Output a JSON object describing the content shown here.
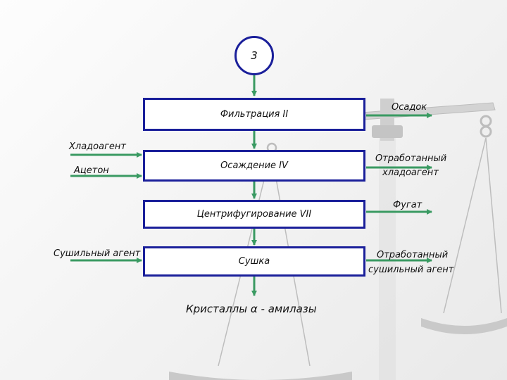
{
  "start_node": {
    "label": "3"
  },
  "steps": [
    {
      "label": "Фильтрация II"
    },
    {
      "label": "Осаждение IV"
    },
    {
      "label": "Центрифугирование VII"
    },
    {
      "label": "Сушка"
    }
  ],
  "inputs": {
    "coolant": "Хладоагент",
    "acetone": "Ацетон",
    "drying_agent": "Сушильный агент"
  },
  "outputs": {
    "sediment": "Осадок",
    "spent_coolant_line1": "Отработанный",
    "spent_coolant_line2": "хладоагент",
    "fugate": "Фугат",
    "spent_drying_line1": "Отработанный",
    "spent_drying_line2": "сушильный агент"
  },
  "final_product": "Кристаллы α - амилазы",
  "colors": {
    "box_border": "#1a1f9a",
    "arrow": "#3a9a62",
    "scales": "#b3b3b3"
  },
  "icons": [
    "balance-scales-background"
  ]
}
